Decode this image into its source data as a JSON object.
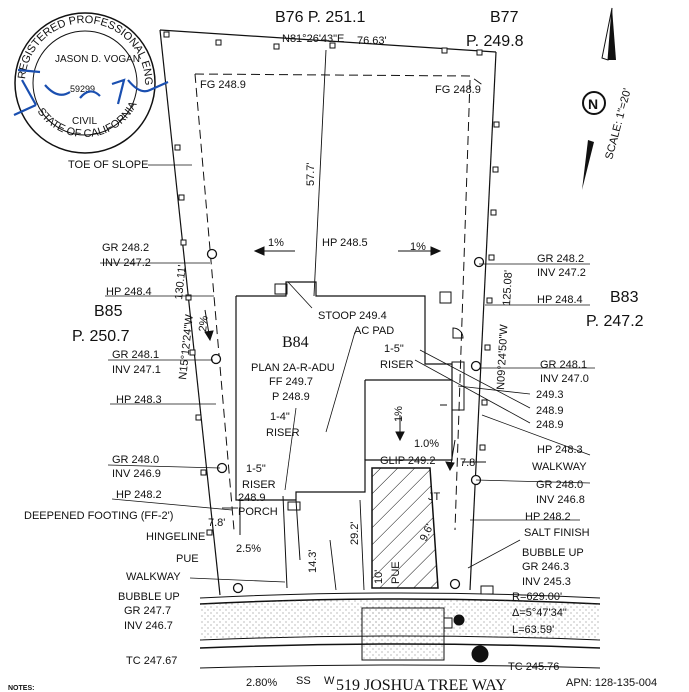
{
  "stamp": {
    "ring_text": "REGISTERED PROFESSIONAL ENGINEER",
    "name_text": "JASON D. VOGAN",
    "license": "59299",
    "type": "CIVIL",
    "state_text": "STATE OF CALIFORNIA"
  },
  "header": {
    "lot_b76": "B76 P. 251.1",
    "lot_b77_name": "B77",
    "lot_b77_pad": "P. 249.8",
    "bearing_top": "N81°26'43\"E",
    "distance_top": "76.63'"
  },
  "north": {
    "letter": "N",
    "scale": "SCALE: 1\"=20'"
  },
  "lots": {
    "b85_name": "B85",
    "b85_pad": "P. 250.7",
    "b83_name": "B83",
    "b83_pad": "P. 247.2",
    "b84_name": "B84",
    "b84_plan": "PLAN 2A-R-ADU",
    "b84_ff": "FF 249.7",
    "b84_p": "P 248.9"
  },
  "labels": {
    "fg_left": "FG 248.9",
    "fg_right": "FG 248.9",
    "toe_of_slope": "TOE OF SLOPE",
    "dim_57_7": "57.7'",
    "hp_248_5": "HP 248.5",
    "slope_1pct_a": "1%",
    "slope_1pct_b": "1%",
    "slope_2pct": "2%",
    "slope_1pct_c": "1%",
    "gr_248_2_l": "GR 248.2",
    "inv_247_2_l": "INV 247.2",
    "hp_248_4_l": "HP 248.4",
    "bearing_left": "N15°12'24\"W",
    "dist_left": "130.11'",
    "gr_248_1_l": "GR 248.1",
    "inv_247_1_l": "INV 247.1",
    "hp_248_3_l": "HP 248.3",
    "gr_248_0_l": "GR 248.0",
    "inv_246_9_l": "INV 246.9",
    "hp_248_2_l": "HP 248.2",
    "deepened_footing": "DEEPENED FOOTING (FF-2')",
    "dim_7_8_l": "7.8'",
    "hingeline": "HINGELINE",
    "pue_l": "PUE",
    "pct_2_5": "2.5%",
    "walkway_l": "WALKWAY",
    "bubble_up_l": "BUBBLE UP",
    "gr_247_7": "GR 247.7",
    "inv_246_7": "INV 246.7",
    "tc_247_67": "TC 247.67",
    "pct_2_80": "2.80%",
    "ss": "SS",
    "w": "W",
    "stoop": "STOOP 249.4",
    "ac_pad": "AC PAD",
    "riser_1_5_top": "1-5\"",
    "riser_top": "RISER",
    "riser_1_4": "1-4\"",
    "riser_mid": "RISER",
    "riser_1_5_b": "1-5\"",
    "riser_b": "RISER",
    "porch_elev": "248.9",
    "porch": "PORCH",
    "pct_1_0": "1.0%",
    "glip": "GLIP 249.2",
    "dim_7_8_r": "7.8'",
    "dim_29_2": "29.2'",
    "dim_14_3": "14.3'",
    "dim_9_6": "9.6'",
    "jt": "JT",
    "dim_10": "10'",
    "pue_r": "PUE",
    "gr_248_2_r": "GR 248.2",
    "inv_247_2_r": "INV 247.2",
    "dist_right": "125.08'",
    "hp_248_4_r": "HP 248.4",
    "gr_248_1_r": "GR 248.1",
    "inv_247_0_r": "INV 247.0",
    "bearing_right": "N09°24'50\"W",
    "e249_3": "249.3",
    "e248_9_a": "248.9",
    "e248_9_b": "248.9",
    "hp_248_3_r": "HP 248.3",
    "walkway_r": "WALKWAY",
    "gr_248_0_r": "GR 248.0",
    "inv_246_8_r": "INV 246.8",
    "hp_248_2_r": "HP 248.2",
    "salt_finish": "SALT FINISH",
    "bubble_up_r": "BUBBLE UP",
    "gr_246_3": "GR 246.3",
    "inv_245_3": "INV 245.3",
    "curve_r": "R=629.00'",
    "curve_delta": "Δ=5°47'34\"",
    "curve_l": "L=63.59'",
    "tc_245_76": "TC 245.76",
    "street": "519 JOSHUA TREE WAY",
    "apn": "APN: 128-135-004",
    "notes": "NOTES:"
  }
}
